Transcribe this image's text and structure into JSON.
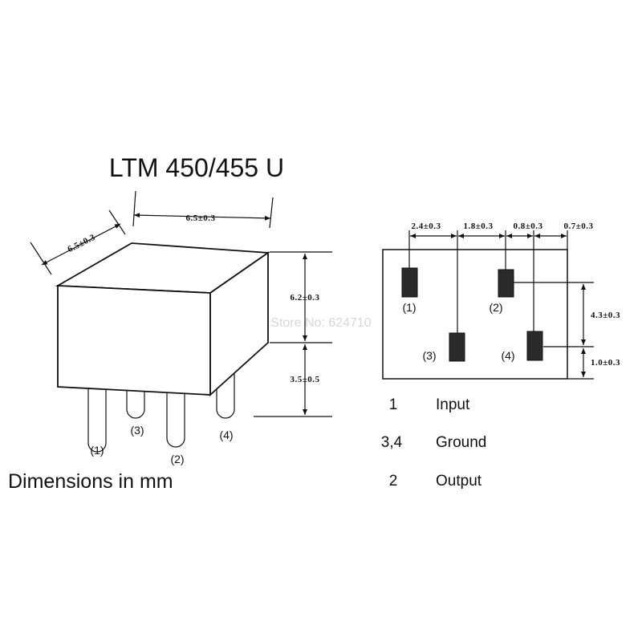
{
  "title": "LTM 450/455 U",
  "caption": "Dimensions in mm",
  "watermark": "Store No: 624710",
  "dimensions": {
    "width_top": "6.5±0.3",
    "depth": "6.5±0.3",
    "body_height": "6.2±0.3",
    "pin_length": "3.5±0.5",
    "footprint_x1": "2.4±0.3",
    "footprint_x2": "1.8±0.3",
    "footprint_x3": "0.8±0.3",
    "footprint_x4": "0.7±0.3",
    "footprint_y1": "4.3±0.3",
    "footprint_y2": "1.0±0.3"
  },
  "pins": {
    "p1": "(1)",
    "p2": "(2)",
    "p3": "(3)",
    "p4": "(4)"
  },
  "legend": [
    {
      "pin": "1",
      "function": "Input"
    },
    {
      "pin": "3,4",
      "function": "Ground"
    },
    {
      "pin": "2",
      "function": "Output"
    }
  ]
}
